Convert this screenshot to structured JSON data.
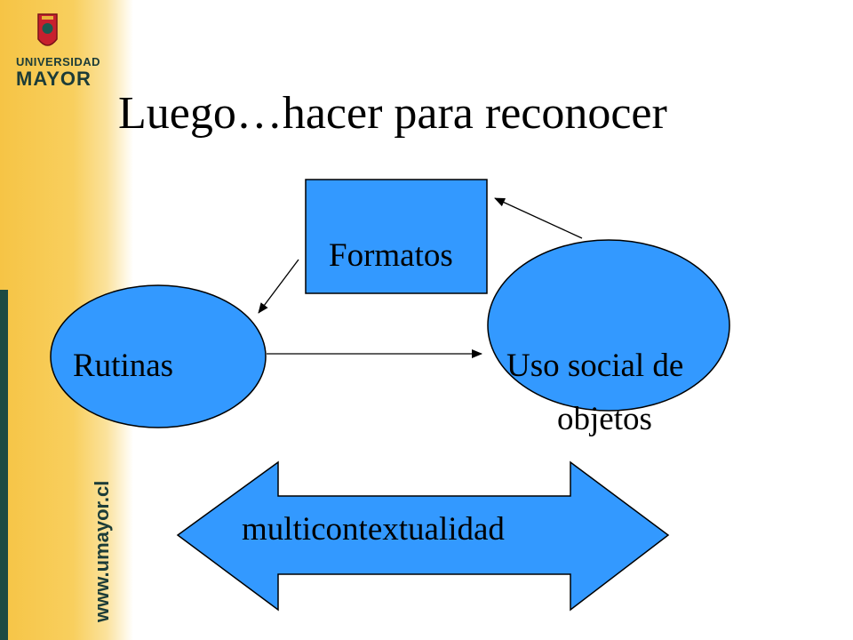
{
  "branding": {
    "logo_line1": "UNIVERSIDAD",
    "logo_line2": "MAYOR",
    "url": "www.umayor.cl"
  },
  "slide": {
    "title": "Luego…hacer para reconocer"
  },
  "diagram": {
    "nodes": {
      "formatos": "Formatos",
      "rutinas": "Rutinas",
      "uso_line1": "Uso social de",
      "uso_line2": "objetos"
    },
    "banner": "multicontextualidad"
  },
  "colors": {
    "shape_fill": "#3399ff",
    "band_gold": "#f6c445",
    "band_dark": "#1c4a42"
  }
}
